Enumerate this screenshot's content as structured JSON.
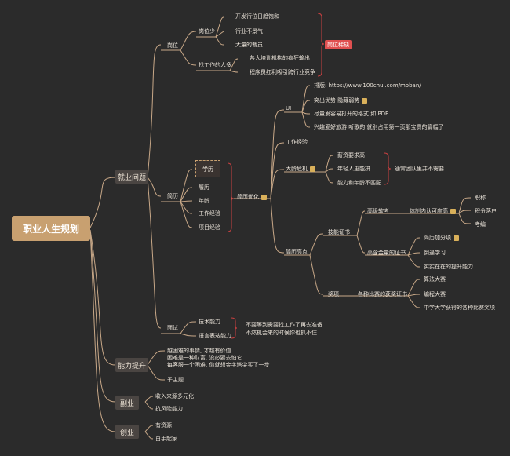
{
  "root": "职业人生规划",
  "branches": {
    "jiuye": "就业问题",
    "nengli": "能力提升",
    "fuye": "副业",
    "chuangye": "创业"
  },
  "gangwei": {
    "label": "岗位",
    "shao": "岗位少",
    "shao_items": [
      "开发行位日趋饱和",
      "行业不景气",
      "大量的裁员"
    ],
    "zhao": "找工作的人多",
    "zhao_items": [
      "各大培训机构的疯狂输出",
      "程序员红利吸引跨行业竞争"
    ],
    "badge": "岗位稀缺"
  },
  "jianli": {
    "label": "简历",
    "items": [
      "学历",
      "履历",
      "年龄",
      "工作经验",
      "项目经验"
    ],
    "youhua": "简历优化",
    "ui": "UI",
    "ui_items": [
      "排版: https://www.100chui.com/moban/",
      "突出优势 隐藏弱势",
      "尽量发容易打开的格式 如 PDF",
      "兴趣爱好旅游 听歌的 就别占用第一页那宝贵的篇幅了"
    ],
    "gongzuo": "工作经验",
    "dalingweiji": "大龄危机",
    "daling_items": [
      "薪资要求高",
      "年轻人更能拼",
      "能力和年龄不匹配"
    ],
    "daling_note": "通常团队里并不需要",
    "liangdian": "简历亮点",
    "jineng": "技能证书",
    "gaoji": "高级软考",
    "tizhinei": "体制内认可度高",
    "tizhi_items": [
      "职称",
      "积分落户",
      "考编"
    ],
    "gaohanjin": "高含金量的证书",
    "gaohanjin_items": [
      "简历加分项",
      "倒逼学习",
      "实实在在的提升能力"
    ],
    "jiangxiang": "奖项",
    "bisai": "各种比赛的获奖证书",
    "bisai_items": [
      "算法大赛",
      "编程大赛",
      "中学大学获得的各种比赛奖项"
    ]
  },
  "mianshi": {
    "label": "面试",
    "items": [
      "技术能力",
      "语言表达能力"
    ],
    "note": [
      "不要等到需要找工作了再去准备",
      "不然机会来的时候你也抓不住"
    ]
  },
  "nengli_items": [
    "越困难的事情, 才越有价值",
    "困难是一种财富, 没必要去怕它",
    "每客服一个困难, 你就想金字塔尖买了一步",
    "子主题"
  ],
  "fuye_items": [
    "收入来源多元化",
    "抗风险能力"
  ],
  "chuangye_items": [
    "有资源",
    "白手起家"
  ],
  "colors": {
    "background": "#2b2b2b",
    "line": "#c8a888",
    "root": "#c8a070",
    "badge": "#e05050",
    "bracket": "#c84040"
  }
}
